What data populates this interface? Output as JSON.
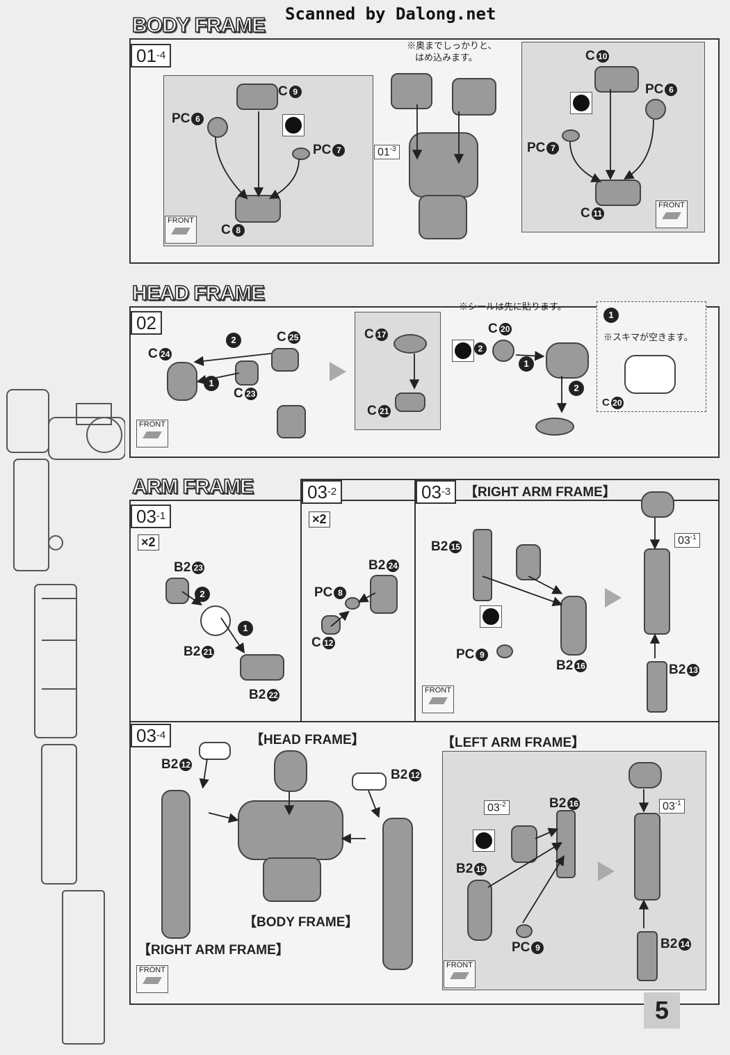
{
  "watermark": "Scanned by Dalong.net",
  "page_number": "5",
  "body_frame": {
    "title": "BODY FRAME",
    "step": {
      "main": "01",
      "sub": "-4"
    },
    "note_line1": "※奥までしっかりと、",
    "note_line2": "はめ込みます。",
    "ref_step": {
      "main": "01",
      "sub": "-3"
    },
    "labels": {
      "c9": "C",
      "pc6_l": "PC",
      "pc7_l": "PC",
      "c8": "C",
      "c10": "C",
      "pc6_r": "PC",
      "pc7_r": "PC",
      "c11": "C"
    },
    "nums": {
      "c9": "9",
      "pc6_l": "6",
      "pc7_l": "7",
      "c8": "8",
      "c10": "10",
      "pc6_r": "6",
      "pc7_r": "7",
      "c11": "11"
    },
    "front": "FRONT"
  },
  "head_frame": {
    "title": "HEAD FRAME",
    "step": {
      "main": "02",
      "sub": ""
    },
    "note_sticker": "※シールは先に貼ります。",
    "note_gap": "※スキマが空きます。",
    "labels": {
      "c24": "C",
      "c25": "C",
      "c23": "C",
      "c17": "C",
      "c21": "C",
      "c20": "C",
      "c20b": "C"
    },
    "nums": {
      "c24": "24",
      "c25": "25",
      "c23": "23",
      "c17": "17",
      "c21": "21",
      "c20": "20",
      "c20b": "20",
      "sticker": "2"
    },
    "order": {
      "one": "1",
      "two": "2"
    },
    "front": "FRONT"
  },
  "arm_frame": {
    "title": "ARM FRAME",
    "step_031": {
      "main": "03",
      "sub": "-1"
    },
    "step_032": {
      "main": "03",
      "sub": "-2"
    },
    "step_033": {
      "main": "03",
      "sub": "-3"
    },
    "step_034": {
      "main": "03",
      "sub": "-4"
    },
    "right_arm_frame": "【RIGHT ARM FRAME】",
    "left_arm_frame": "【LEFT ARM FRAME】",
    "head_frame_b": "【HEAD FRAME】",
    "body_frame_b": "【BODY FRAME】",
    "right_arm_frame_b": "【RIGHT ARM FRAME】",
    "x2": "×2",
    "labels": {
      "b2_23": "B2",
      "b2_21": "B2",
      "b2_22": "B2",
      "b2_24": "B2",
      "pc8": "PC",
      "c12": "C",
      "b2_15": "B2",
      "pc9": "PC",
      "b2_16": "B2",
      "b2_13": "B2",
      "b2_12a": "B2",
      "b2_12b": "B2",
      "b2_16b": "B2",
      "b2_15b": "B2",
      "pc9b": "PC",
      "b2_14": "B2"
    },
    "nums": {
      "b2_23": "23",
      "b2_21": "21",
      "b2_22": "22",
      "b2_24": "24",
      "pc8": "8",
      "c12": "12",
      "b2_15": "15",
      "pc9": "9",
      "b2_16": "16",
      "b2_13": "13",
      "b2_12a": "12",
      "b2_12b": "12",
      "b2_16b": "16",
      "b2_15b": "15",
      "pc9b": "9",
      "b2_14": "14"
    },
    "order": {
      "one": "1",
      "two": "2"
    },
    "front": "FRONT"
  }
}
